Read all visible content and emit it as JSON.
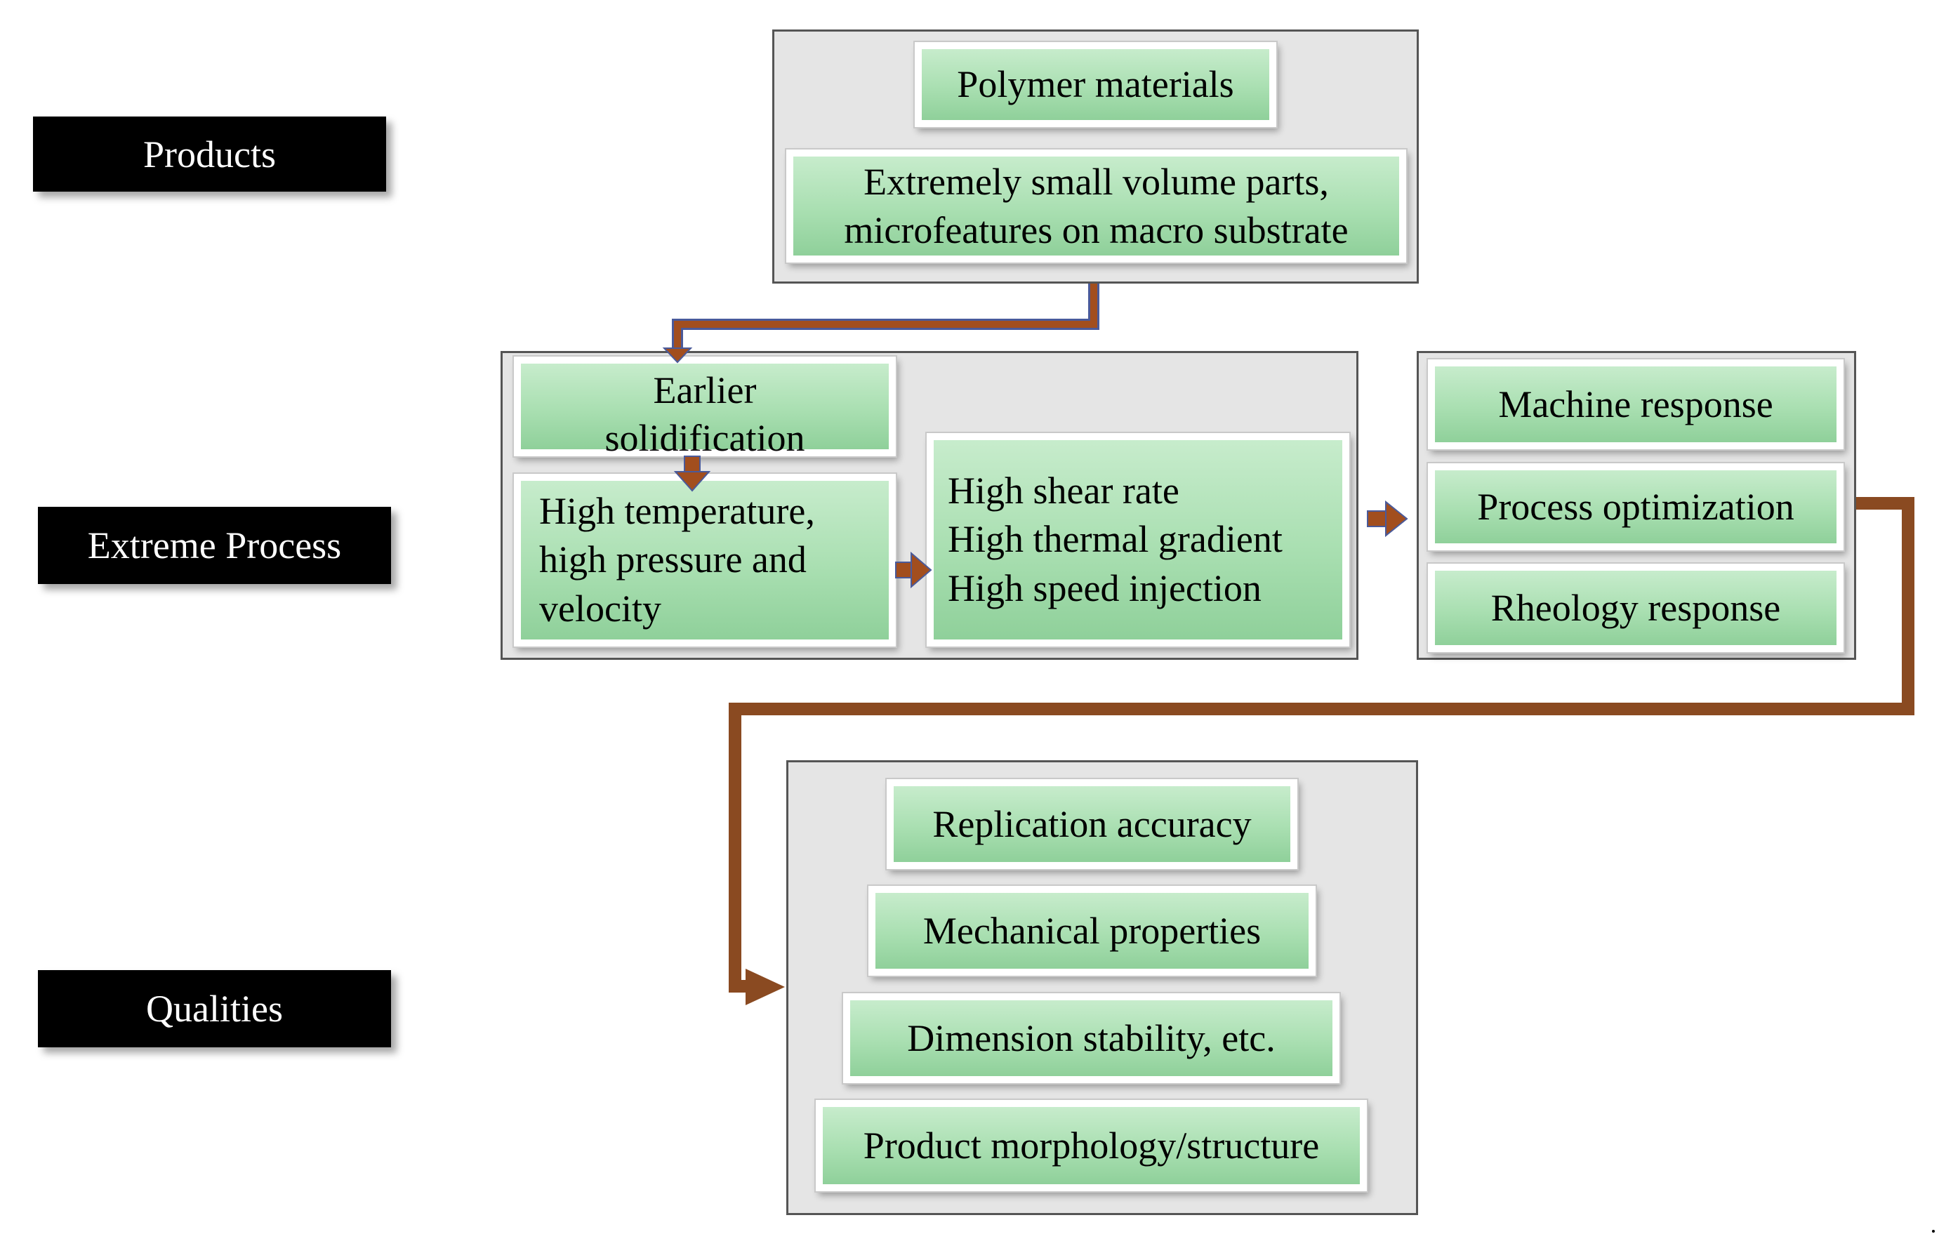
{
  "labels": {
    "products": "Products",
    "process": "Extreme Process",
    "qualities": "Qualities"
  },
  "products": {
    "polymer": "Polymer materials",
    "parts": [
      "Extremely small volume parts,",
      "microfeatures on macro substrate"
    ]
  },
  "process": {
    "earlier": [
      "Earlier",
      "solidification"
    ],
    "conditions": [
      "High temperature,",
      "high pressure and",
      "velocity"
    ],
    "rates": [
      "High shear rate",
      "High thermal gradient",
      "High speed injection"
    ]
  },
  "responses": {
    "machine": "Machine response",
    "optimization": "Process optimization",
    "rheology": "Rheology response"
  },
  "qualities": {
    "items": [
      "Replication accuracy",
      "Mechanical properties",
      "Dimension stability, etc.",
      "Product morphology/structure"
    ]
  },
  "colors": {
    "arrow": "#a24e1e",
    "arrow_outline": "#4a5a9a",
    "panel_bg": "#e5e5e5",
    "box_green": "#a9dfb1",
    "label_bg": "#000000"
  }
}
